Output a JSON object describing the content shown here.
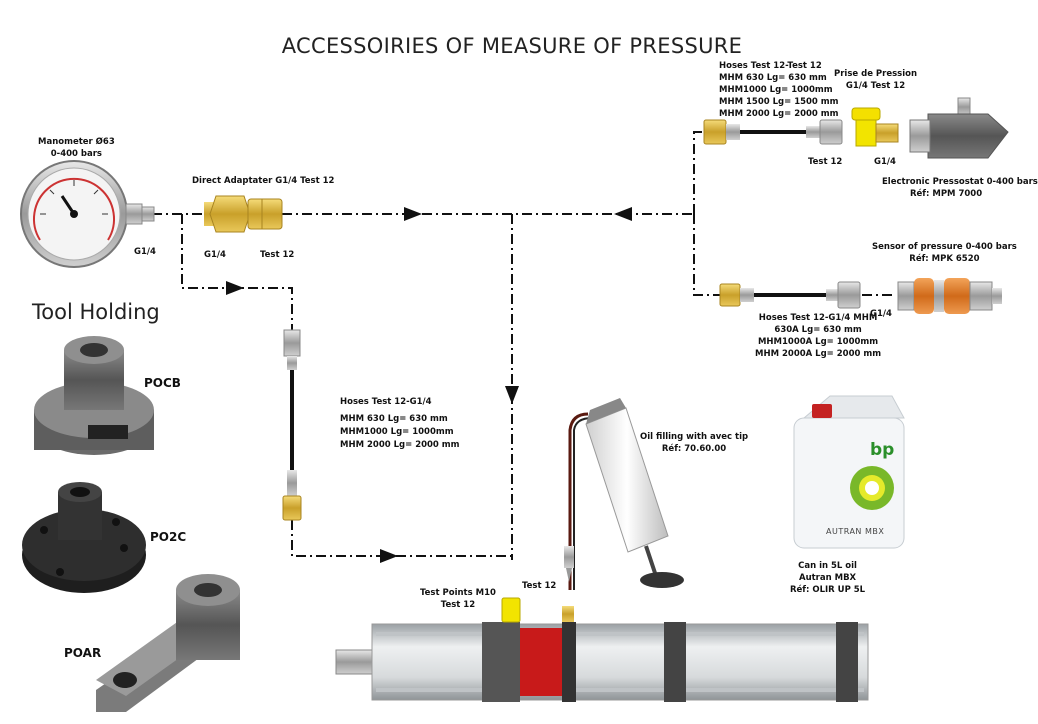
{
  "title": "ACCESSOIRIES OF MEASURE OF PRESSURE",
  "manometer": {
    "name": "Manometer Ø63",
    "range": "0-400 bars",
    "port": "G1/4"
  },
  "direct_adapter": {
    "name": "Direct Adaptater G1/4 Test 12",
    "port_left": "G1/4",
    "port_right": "Test 12"
  },
  "hoses_left": {
    "title": "Hoses Test 12-G1/4",
    "lines": [
      "MHM 630 Lg= 630 mm",
      "MHM1000 Lg= 1000mm",
      "MHM 2000 Lg= 2000 mm"
    ]
  },
  "hoses_top": {
    "title": "Hoses Test 12-Test 12",
    "lines": [
      "MHM 630 Lg= 630 mm",
      "MHM1000 Lg= 1000mm",
      "MHM 1500 Lg= 1500 mm",
      "MHM 2000 Lg= 2000 mm"
    ],
    "end_label": "Test 12"
  },
  "prise": {
    "title": "Prise de Pression",
    "subtitle": "G1/4 Test 12",
    "port": "G1/4"
  },
  "pressostat": {
    "name": "Electronic Pressostat 0-400 bars",
    "ref": "Réf: MPM 7000"
  },
  "sensor": {
    "name": "Sensor of pressure 0-400 bars",
    "ref": "Réf: MPK 6520",
    "port": "G1/4"
  },
  "hoses_mid": {
    "title": "Hoses Test 12-G1/4 MHM",
    "lines": [
      "630A Lg= 630 mm",
      "MHM1000A Lg= 1000mm",
      "MHM 2000A Lg= 2000 mm"
    ]
  },
  "oil_filling": {
    "name": "Oil filling with avec tip",
    "ref": "Réf: 70.60.00"
  },
  "can": {
    "name": "Can in 5L oil",
    "oil": "Autran MBX",
    "ref": "Réf: OLIR UP 5L",
    "brand": "bp",
    "label": "AUTRAN MBX"
  },
  "test_points": {
    "name": "Test Points M10",
    "sub": "Test 12",
    "right_label": "Test 12"
  },
  "tool_holding": {
    "title": "Tool Holding",
    "items": [
      "POCB",
      "PO2C",
      "POAR"
    ]
  }
}
